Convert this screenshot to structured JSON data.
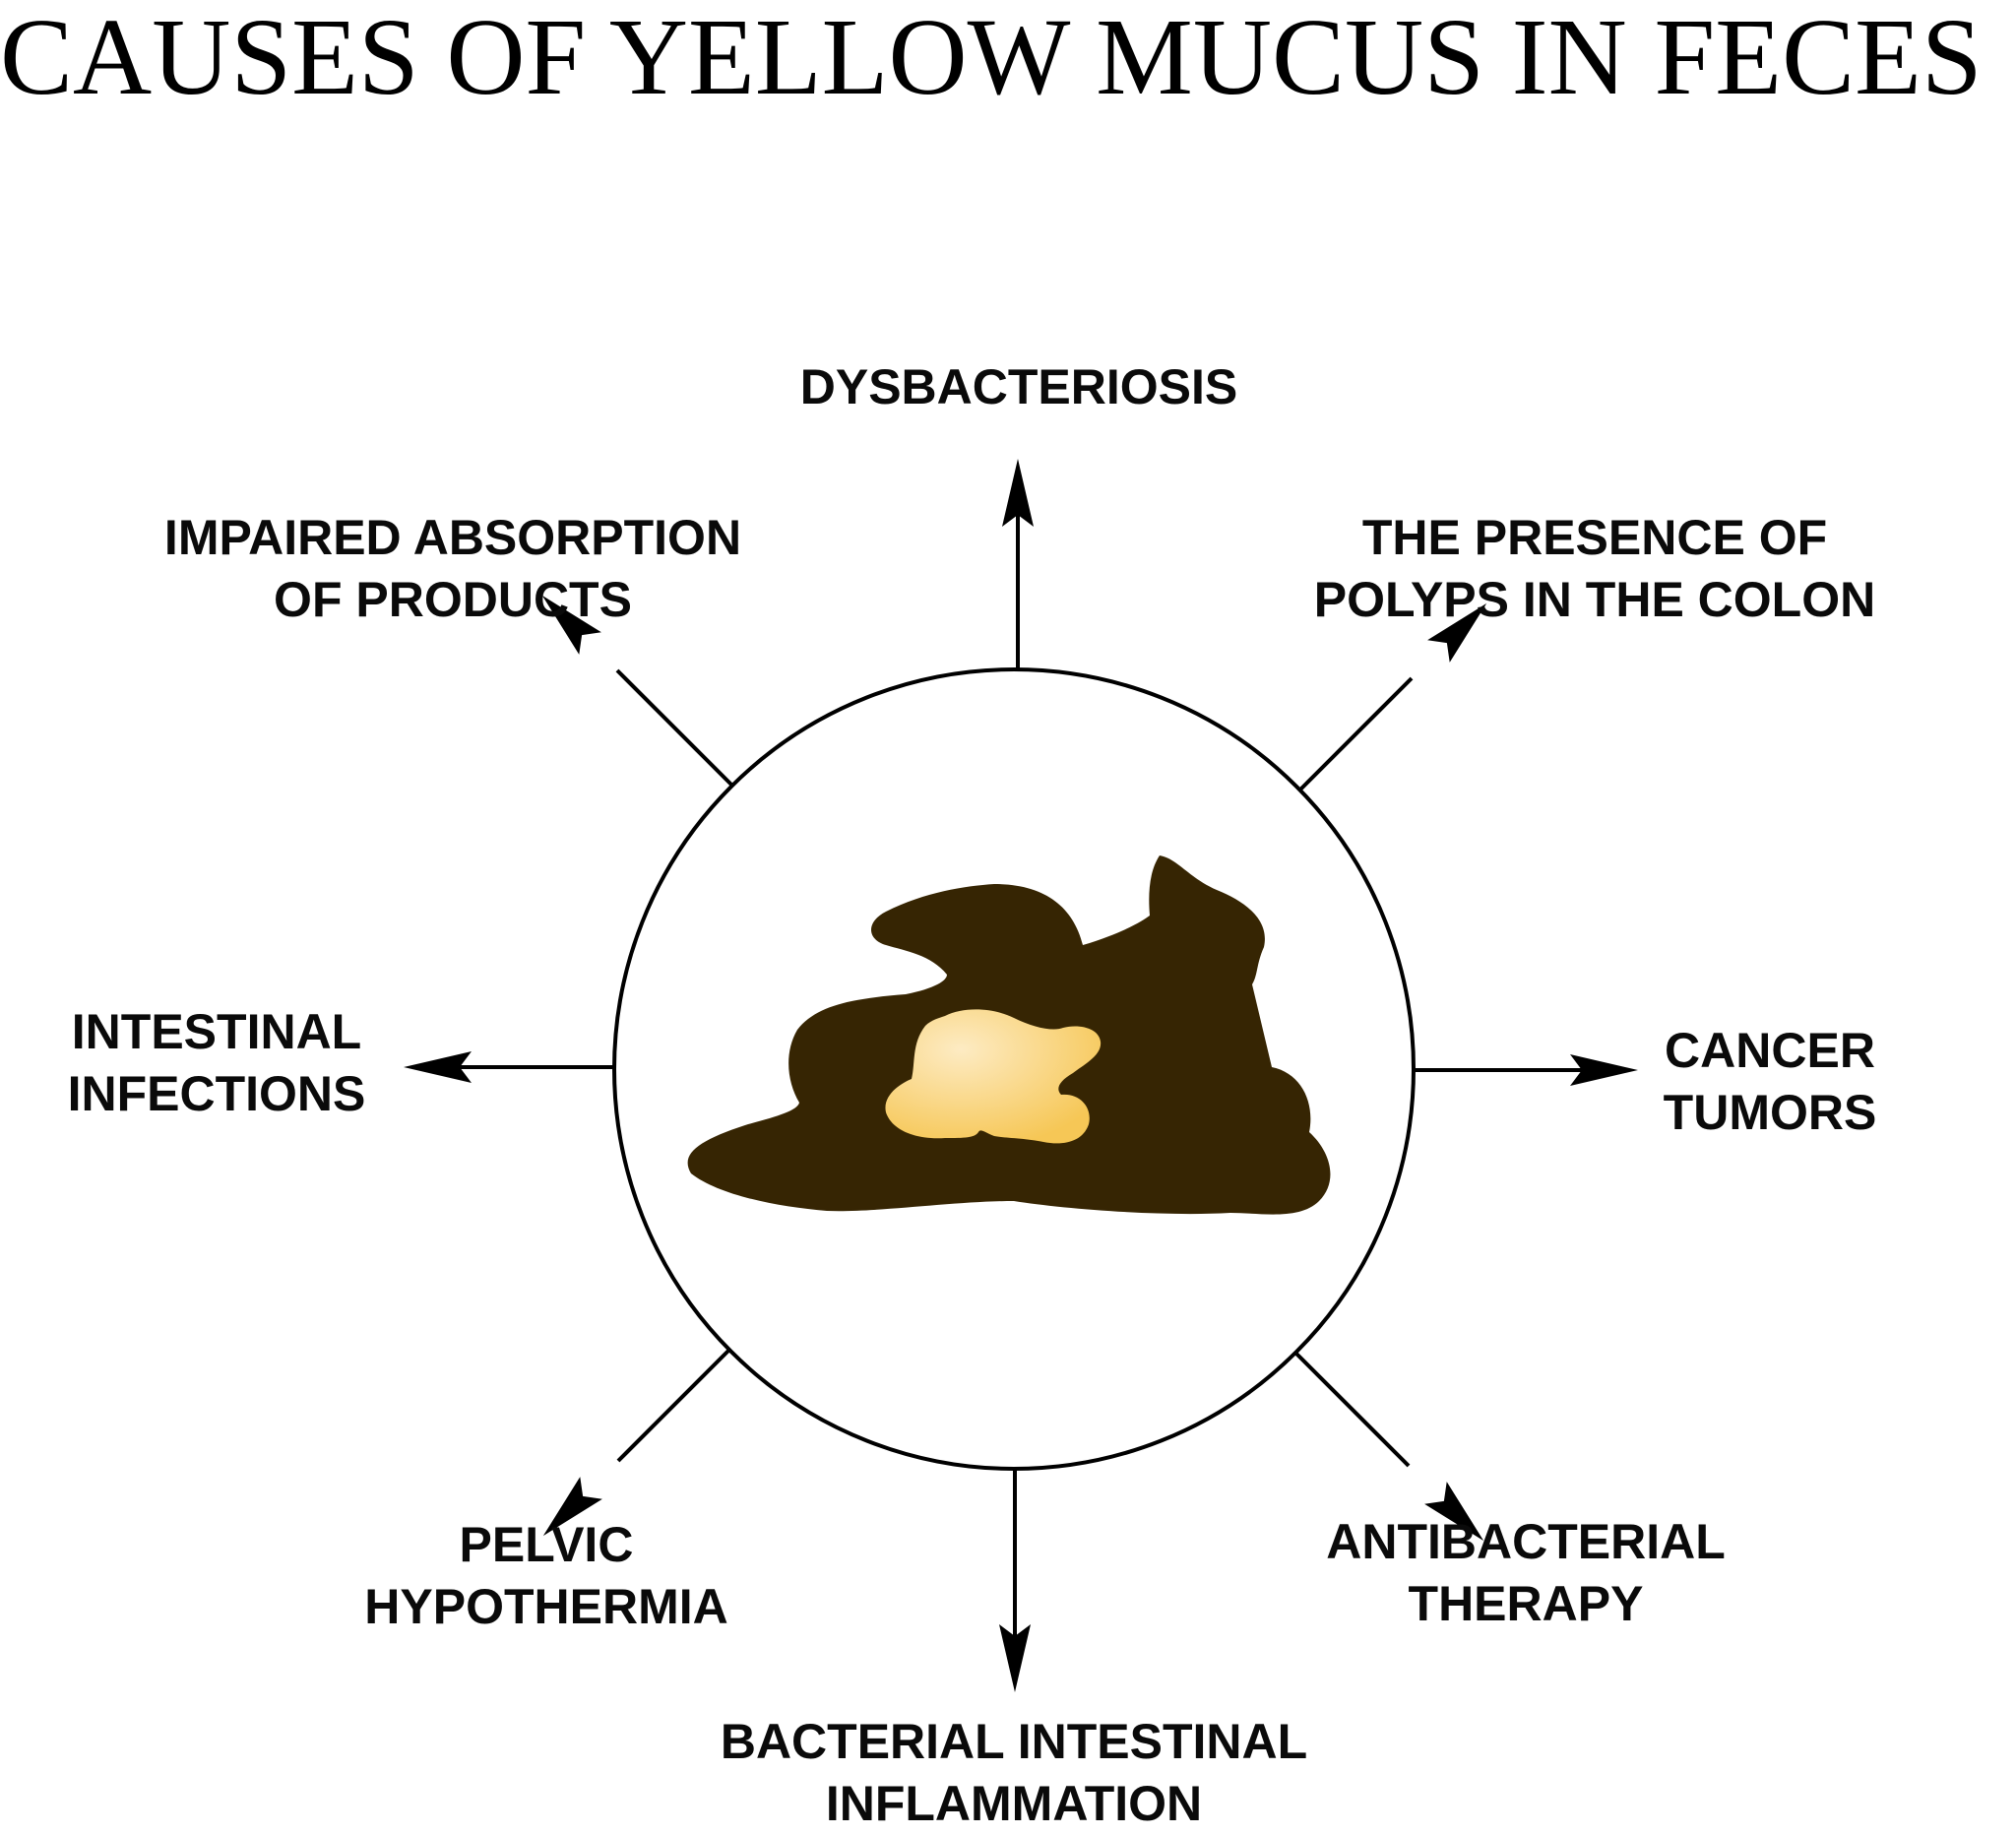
{
  "title": "CAUSES OF YELLOW MUCUS IN FECES",
  "colors": {
    "ink": "#000000",
    "feces": "#362503",
    "mucus_light": "#fdebc3",
    "mucus_dark": "#f6c756",
    "background": "#ffffff"
  },
  "center_icon": "feces-with-yellow-mucus-icon",
  "causes": [
    {
      "id": "top",
      "lines": [
        "DYSBACTERIOSIS"
      ]
    },
    {
      "id": "top-right",
      "lines": [
        "THE PRESENCE OF",
        "POLYPS IN THE COLON"
      ]
    },
    {
      "id": "right",
      "lines": [
        "CANCER",
        "TUMORS"
      ]
    },
    {
      "id": "bottom-right",
      "lines": [
        "ANTIBACTERIAL",
        "THERAPY"
      ]
    },
    {
      "id": "bottom",
      "lines": [
        "BACTERIAL INTESTINAL",
        "INFLAMMATION"
      ]
    },
    {
      "id": "bottom-left",
      "lines": [
        "PELVIC",
        "HYPOTHERMIA"
      ]
    },
    {
      "id": "left",
      "lines": [
        "INTESTINAL",
        "INFECTIONS"
      ]
    },
    {
      "id": "top-left",
      "lines": [
        "IMPAIRED ABSORPTION",
        "OF PRODUCTS"
      ]
    }
  ]
}
